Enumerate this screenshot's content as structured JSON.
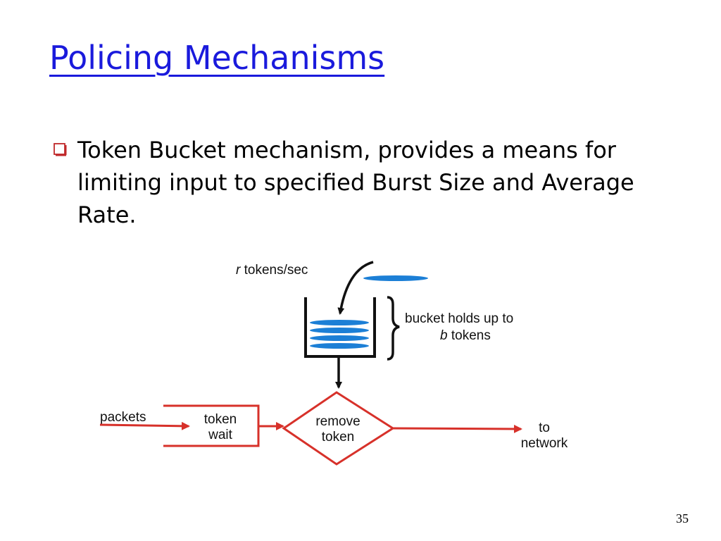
{
  "slide": {
    "title": "Policing Mechanisms",
    "bullet_icon": "hollow-square-bullet-icon",
    "bullet_text": "Token Bucket mechanism, provides a means for limiting input to specified Burst Size and Average Rate.",
    "page_number": "35"
  },
  "diagram": {
    "rate_symbol": "r",
    "rate_text": " tokens/sec",
    "bucket_line1": "bucket holds up to",
    "bucket_symbol": "b",
    "bucket_line2_text": " tokens",
    "packets_label": "packets",
    "token_wait_line1": "token",
    "token_wait_line2": "wait",
    "remove_line1": "remove",
    "remove_line2": "token",
    "network_line1": "to",
    "network_line2": "network",
    "colors": {
      "token_blue": "#1c7fd6",
      "flow_red": "#d7312a",
      "title_blue": "#1a1adc",
      "bullet_red": "#c0282a"
    }
  }
}
